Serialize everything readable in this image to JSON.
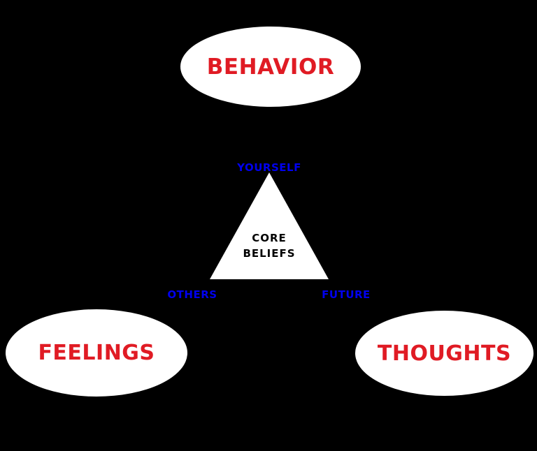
{
  "diagram": {
    "type": "cbt-triangle",
    "background_color": "#000000",
    "nodes": {
      "behavior": {
        "label": "BEHAVIOR",
        "shape": "ellipse",
        "fill": "#ffffff",
        "text_color": "#e01b24"
      },
      "feelings": {
        "label": "FEELINGS",
        "shape": "ellipse",
        "fill": "#ffffff",
        "text_color": "#e01b24"
      },
      "thoughts": {
        "label": "THOUGHTS",
        "shape": "ellipse",
        "fill": "#ffffff",
        "text_color": "#e01b24"
      }
    },
    "triangle": {
      "fill": "#ffffff",
      "label_line1": "CORE",
      "label_line2": "BELIEFS",
      "label_color": "#000000",
      "vertex_top": "YOURSELF",
      "vertex_bottom_left": "OTHERS",
      "vertex_bottom_right": "FUTURE",
      "vertex_text_color": "#0000ee"
    }
  }
}
